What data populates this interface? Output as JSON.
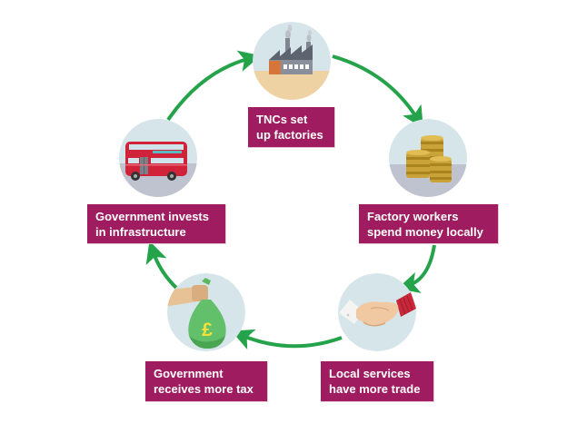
{
  "diagram": {
    "title": "",
    "type": "cycle",
    "direction": "clockwise",
    "colors": {
      "arrow": "#25a34a",
      "label_bg": "#9e1c5f",
      "label_text": "#ffffff",
      "circle_bg": "#d6e5e9",
      "ground_sand": "#efd2a3",
      "ground_grey": "#bfc3cf"
    },
    "nodes": [
      {
        "id": "factories",
        "icon": "factory-icon",
        "lines": [
          "TNCs set",
          "up factories"
        ]
      },
      {
        "id": "workers",
        "icon": "coins-icon",
        "lines": [
          "Factory workers",
          "spend money locally"
        ]
      },
      {
        "id": "services",
        "icon": "handshake-icon",
        "lines": [
          "Local services",
          "have more trade"
        ]
      },
      {
        "id": "tax",
        "icon": "money-bag-icon",
        "currency_symbol": "£",
        "lines": [
          "Government",
          "receives more tax"
        ]
      },
      {
        "id": "infrastructure",
        "icon": "bus-icon",
        "lines": [
          "Government invests",
          "in infrastructure"
        ]
      }
    ],
    "edges": [
      {
        "from": "factories",
        "to": "workers"
      },
      {
        "from": "workers",
        "to": "services"
      },
      {
        "from": "services",
        "to": "tax"
      },
      {
        "from": "tax",
        "to": "infrastructure"
      },
      {
        "from": "infrastructure",
        "to": "factories"
      }
    ]
  }
}
